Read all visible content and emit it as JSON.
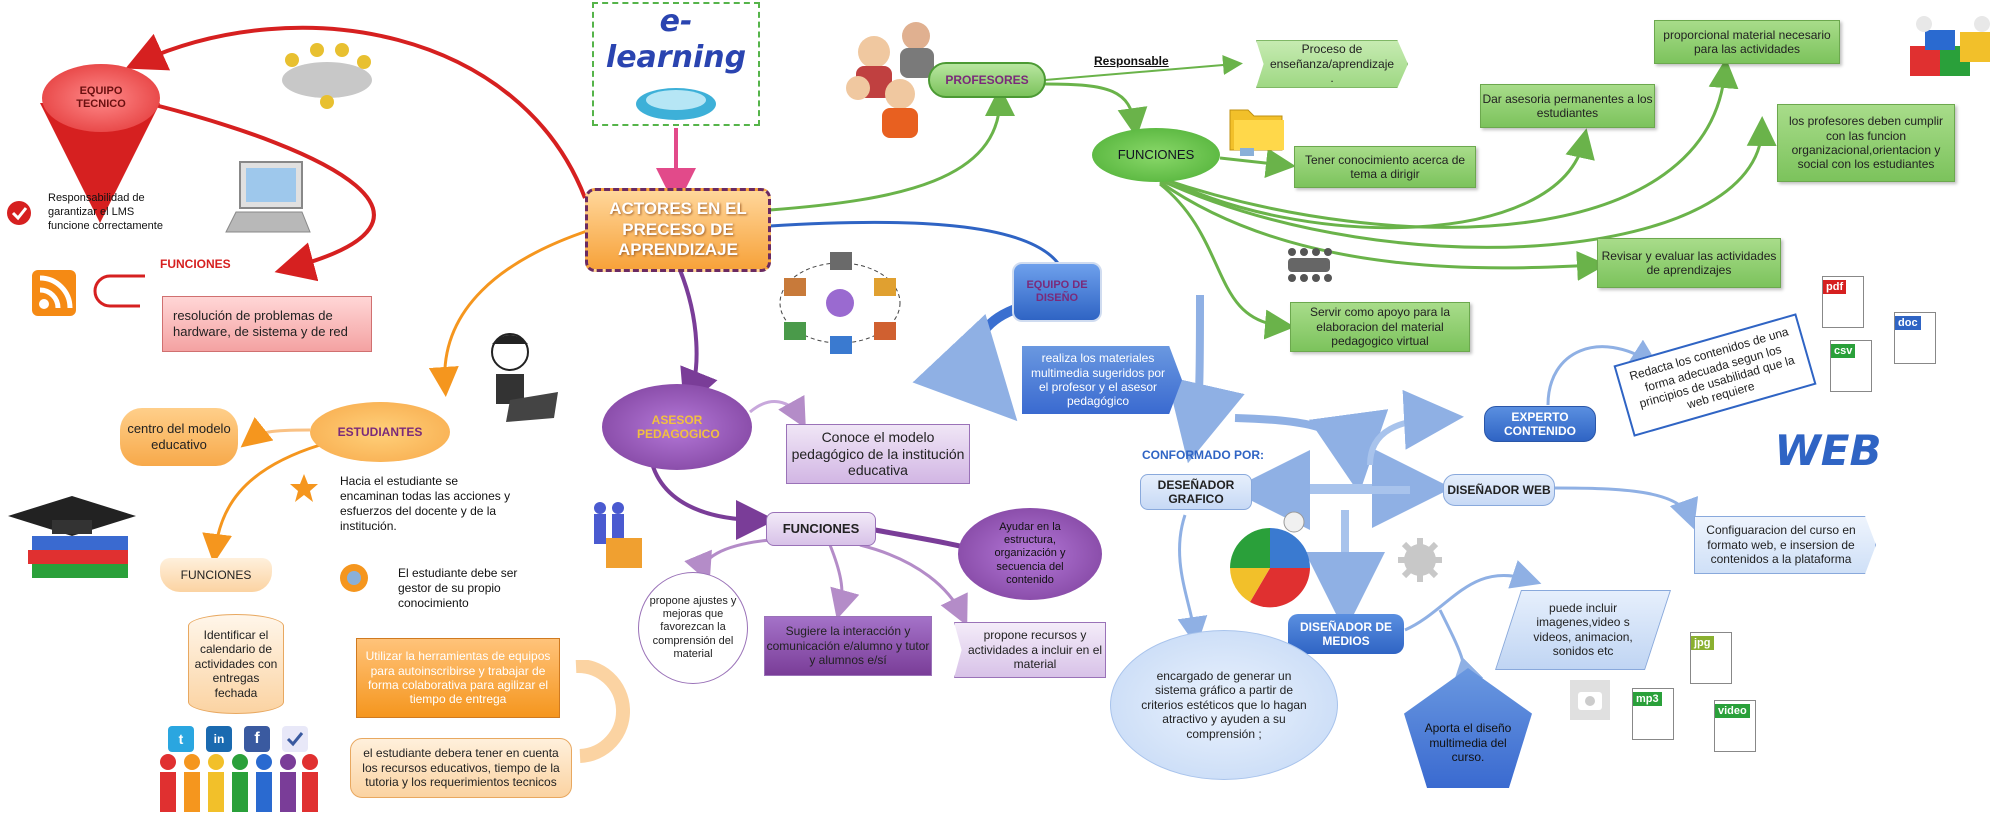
{
  "logo": {
    "text": "e-learning"
  },
  "central": {
    "label": "ACTORES EN EL PRECESO DE APRENDIZAJE"
  },
  "equipo_tecnico": {
    "label": "EQUIPO TECNICO",
    "responsabilidad": "Responsabilidad de garantizar el LMS funcione correctamente",
    "funciones_label": "FUNCIONES",
    "funcion": "resolución de problemas de hardware, de sistema y de red"
  },
  "profesores": {
    "label": "PROFESORES",
    "responsable_label": "Responsable",
    "proceso": "Proceso de enseñanza/aprendizaje .",
    "funciones_label": "FUNCIONES",
    "items": [
      "Tener conocimiento acerca de tema a dirigir",
      "Dar asesoria permanentes a los estudiantes",
      "proporcional material necesario para las actividades",
      "los profesores deben cumplir con las funcion organizacional,orientacion y social con los estudiantes",
      "Revisar y evaluar las actividades de aprendizajes",
      "Servir como apoyo para la elaboracion del material pedagogico virtual"
    ]
  },
  "equipo_diseno": {
    "label": "EQUIPO DE DISEÑO",
    "realiza": "realiza los materiales multimedia sugeridos por el profesor y el asesor pedagógico",
    "conformado": "CONFORMADO POR:",
    "disenador_grafico": "DESEÑADOR GRAFICO",
    "disenador_web": "DISEÑADOR WEB",
    "disenador_medios": "DISEÑADOR DE MEDIOS",
    "experto": "EXPERTO CONTENIDO",
    "redacta": "Redacta los contenidos de una forma adecuada segun los principios de usabilidad que la web requiere",
    "configuracion": "Configuaracion del curso en formato web, e insersion de contenidos a la plataforma",
    "encargado": "encargado de generar un sistema gráfico a partir de criterios estéticos que lo hagan atractivo y ayuden a su comprensión ;",
    "puede": "puede incluir imagenes,video s videos, animacion, sonidos etc",
    "aporta": "Aporta el diseño multimedia del curso.",
    "web_logo": "WEB"
  },
  "asesor": {
    "label": "ASESOR PEDAGOGICO",
    "conoce": "Conoce el modelo pedagógico de la institución educativa",
    "funciones_label": "FUNCIONES",
    "ayudar": "Ayudar en la estructura, organización y secuencia del contenido",
    "propone_ajustes": "propone ajustes y mejoras que favorezcan la comprensión del material",
    "sugiere": "Sugiere la interacción y comunicación e/alumno y tutor y alumnos e/sí",
    "propone_recursos": "propone recursos y actividades a incluir en el material"
  },
  "estudiantes": {
    "label": "ESTUDIANTES",
    "centro": "centro del modelo educativo",
    "hacia": "Hacia el estudiante se encaminan todas las acciones y esfuerzos del docente y de la institución.",
    "gestor": "El estudiante debe ser gestor de su propio conocimiento",
    "funciones_label": "FUNCIONES",
    "identificar": "Identificar el calendario de actividades con entregas fechada",
    "utilizar": "Utilizar la herramientas de equipos para autoinscribirse y trabajar de forma colaborativa para agilizar el tiempo de entrega",
    "debera": "el estudiante debera tener en cuenta los recursos educativos, tiempo de la tutoria y los requerimientos tecnicos"
  },
  "file_icons": {
    "pdf": "pdf",
    "doc": "doc",
    "csv": "csv",
    "jpg": "jpg",
    "mp3": "mp3",
    "video": "video"
  },
  "social_icons": {
    "twitter": "t",
    "linkedin": "in",
    "facebook": "f"
  },
  "colors": {
    "green": "#7cc35c",
    "blue": "#2f64c4",
    "purple": "#7a3d98",
    "orange": "#f7a94a",
    "red": "#d62020",
    "pink": "#e24a8a"
  }
}
